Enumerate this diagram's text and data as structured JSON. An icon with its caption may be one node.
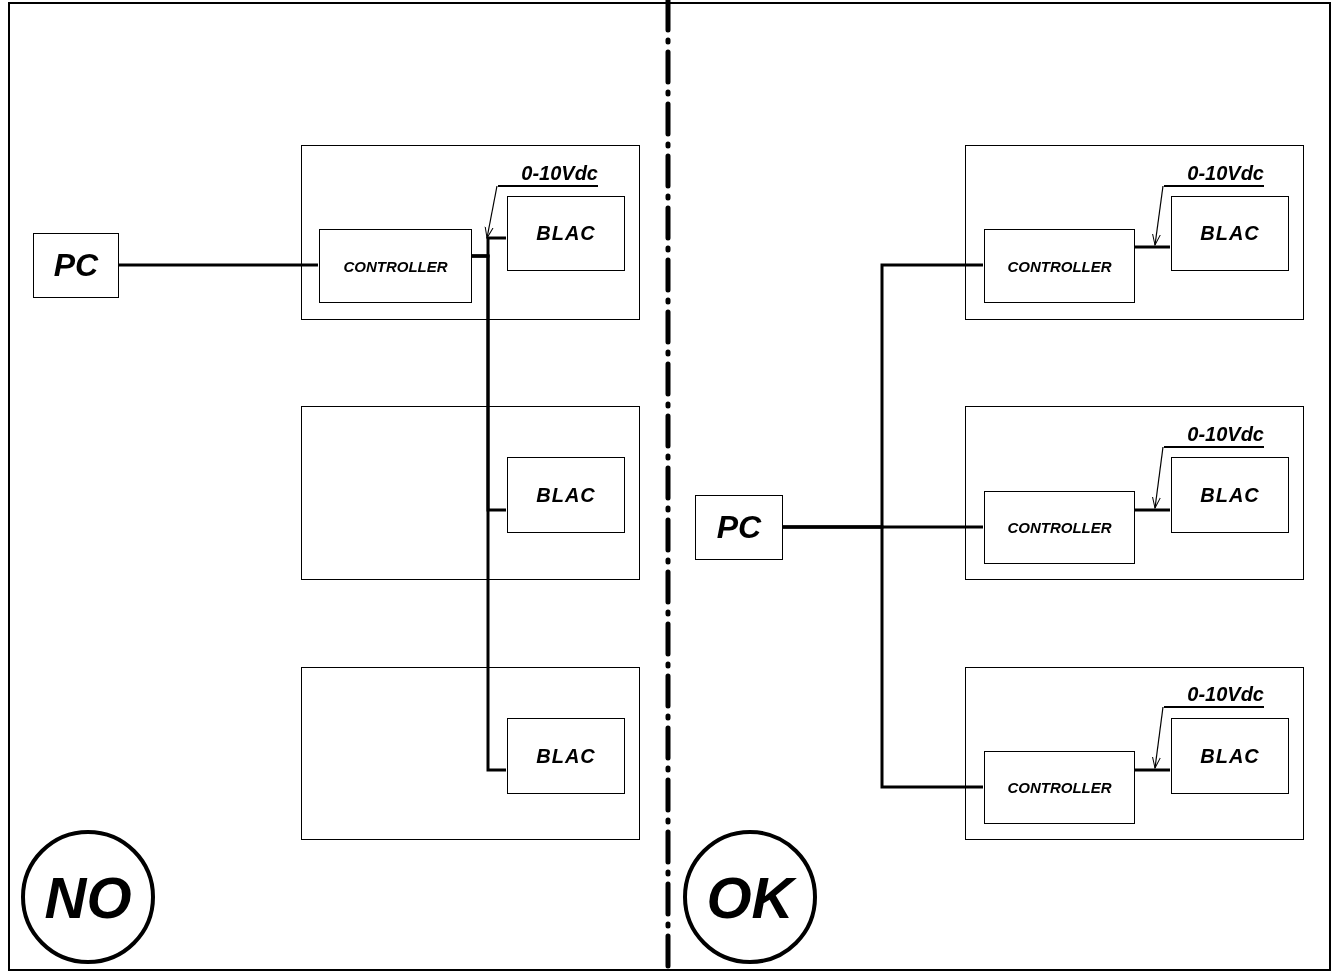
{
  "diagram": {
    "nodes": [
      {
        "text": [
          "PC"
        ]
      },
      {
        "text": [],
        "shape": "box"
      },
      {
        "text": [
          "CONTROLLER"
        ],
        "in": 1
      },
      {
        "text": [
          "0-10Vdc"
        ],
        "in": 1
      },
      {
        "text": [
          "BLAC"
        ],
        "in": 1
      },
      {
        "text": [],
        "shape": "box"
      },
      {
        "text": [
          "BLAC"
        ],
        "in": 5
      },
      {
        "text": [],
        "shape": "box"
      },
      {
        "text": [
          "BLAC"
        ],
        "in": 7
      },
      {
        "text": [
          "PC"
        ]
      },
      {
        "text": [],
        "shape": "box"
      },
      {
        "text": [
          "CONTROLLER"
        ],
        "in": 10
      },
      {
        "text": [
          "0-10Vdc"
        ],
        "in": 10
      },
      {
        "text": [
          "BLAC"
        ],
        "in": 10
      },
      {
        "text": [],
        "shape": "box"
      },
      {
        "text": [
          "CONTROLLER"
        ],
        "in": 14
      },
      {
        "text": [
          "0-10Vdc"
        ],
        "in": 14
      },
      {
        "text": [
          "BLAC"
        ],
        "in": 14
      },
      {
        "text": [],
        "shape": "box"
      },
      {
        "text": [
          "CONTROLLER"
        ],
        "in": 18
      },
      {
        "text": [
          "0-10Vdc"
        ],
        "in": 18
      },
      {
        "text": [
          "BLAC"
        ],
        "in": 18
      },
      {
        "text": [
          "NO"
        ]
      },
      {
        "text": [
          "OK"
        ]
      }
    ],
    "edges": [
      {
        "from": 0,
        "to": 2,
        "arrow": "none"
      },
      {
        "from": 2,
        "to": 4,
        "arrow": "none"
      },
      {
        "from": 2,
        "to": 6,
        "arrow": "none"
      },
      {
        "from": 2,
        "to": 8,
        "arrow": "none"
      },
      {
        "from": 3,
        "to": 2,
        "arrow": "to"
      },
      {
        "from": 9,
        "to": 11,
        "arrow": "none"
      },
      {
        "from": 9,
        "to": 15,
        "arrow": "none"
      },
      {
        "from": 9,
        "to": 19,
        "arrow": "none"
      },
      {
        "from": 11,
        "to": 13,
        "arrow": "none"
      },
      {
        "from": 12,
        "to": 13,
        "arrow": "to"
      },
      {
        "from": 15,
        "to": 17,
        "arrow": "none"
      },
      {
        "from": 16,
        "to": 17,
        "arrow": "to"
      },
      {
        "from": 19,
        "to": 21,
        "arrow": "none"
      },
      {
        "from": 20,
        "to": 21,
        "arrow": "to"
      }
    ]
  }
}
